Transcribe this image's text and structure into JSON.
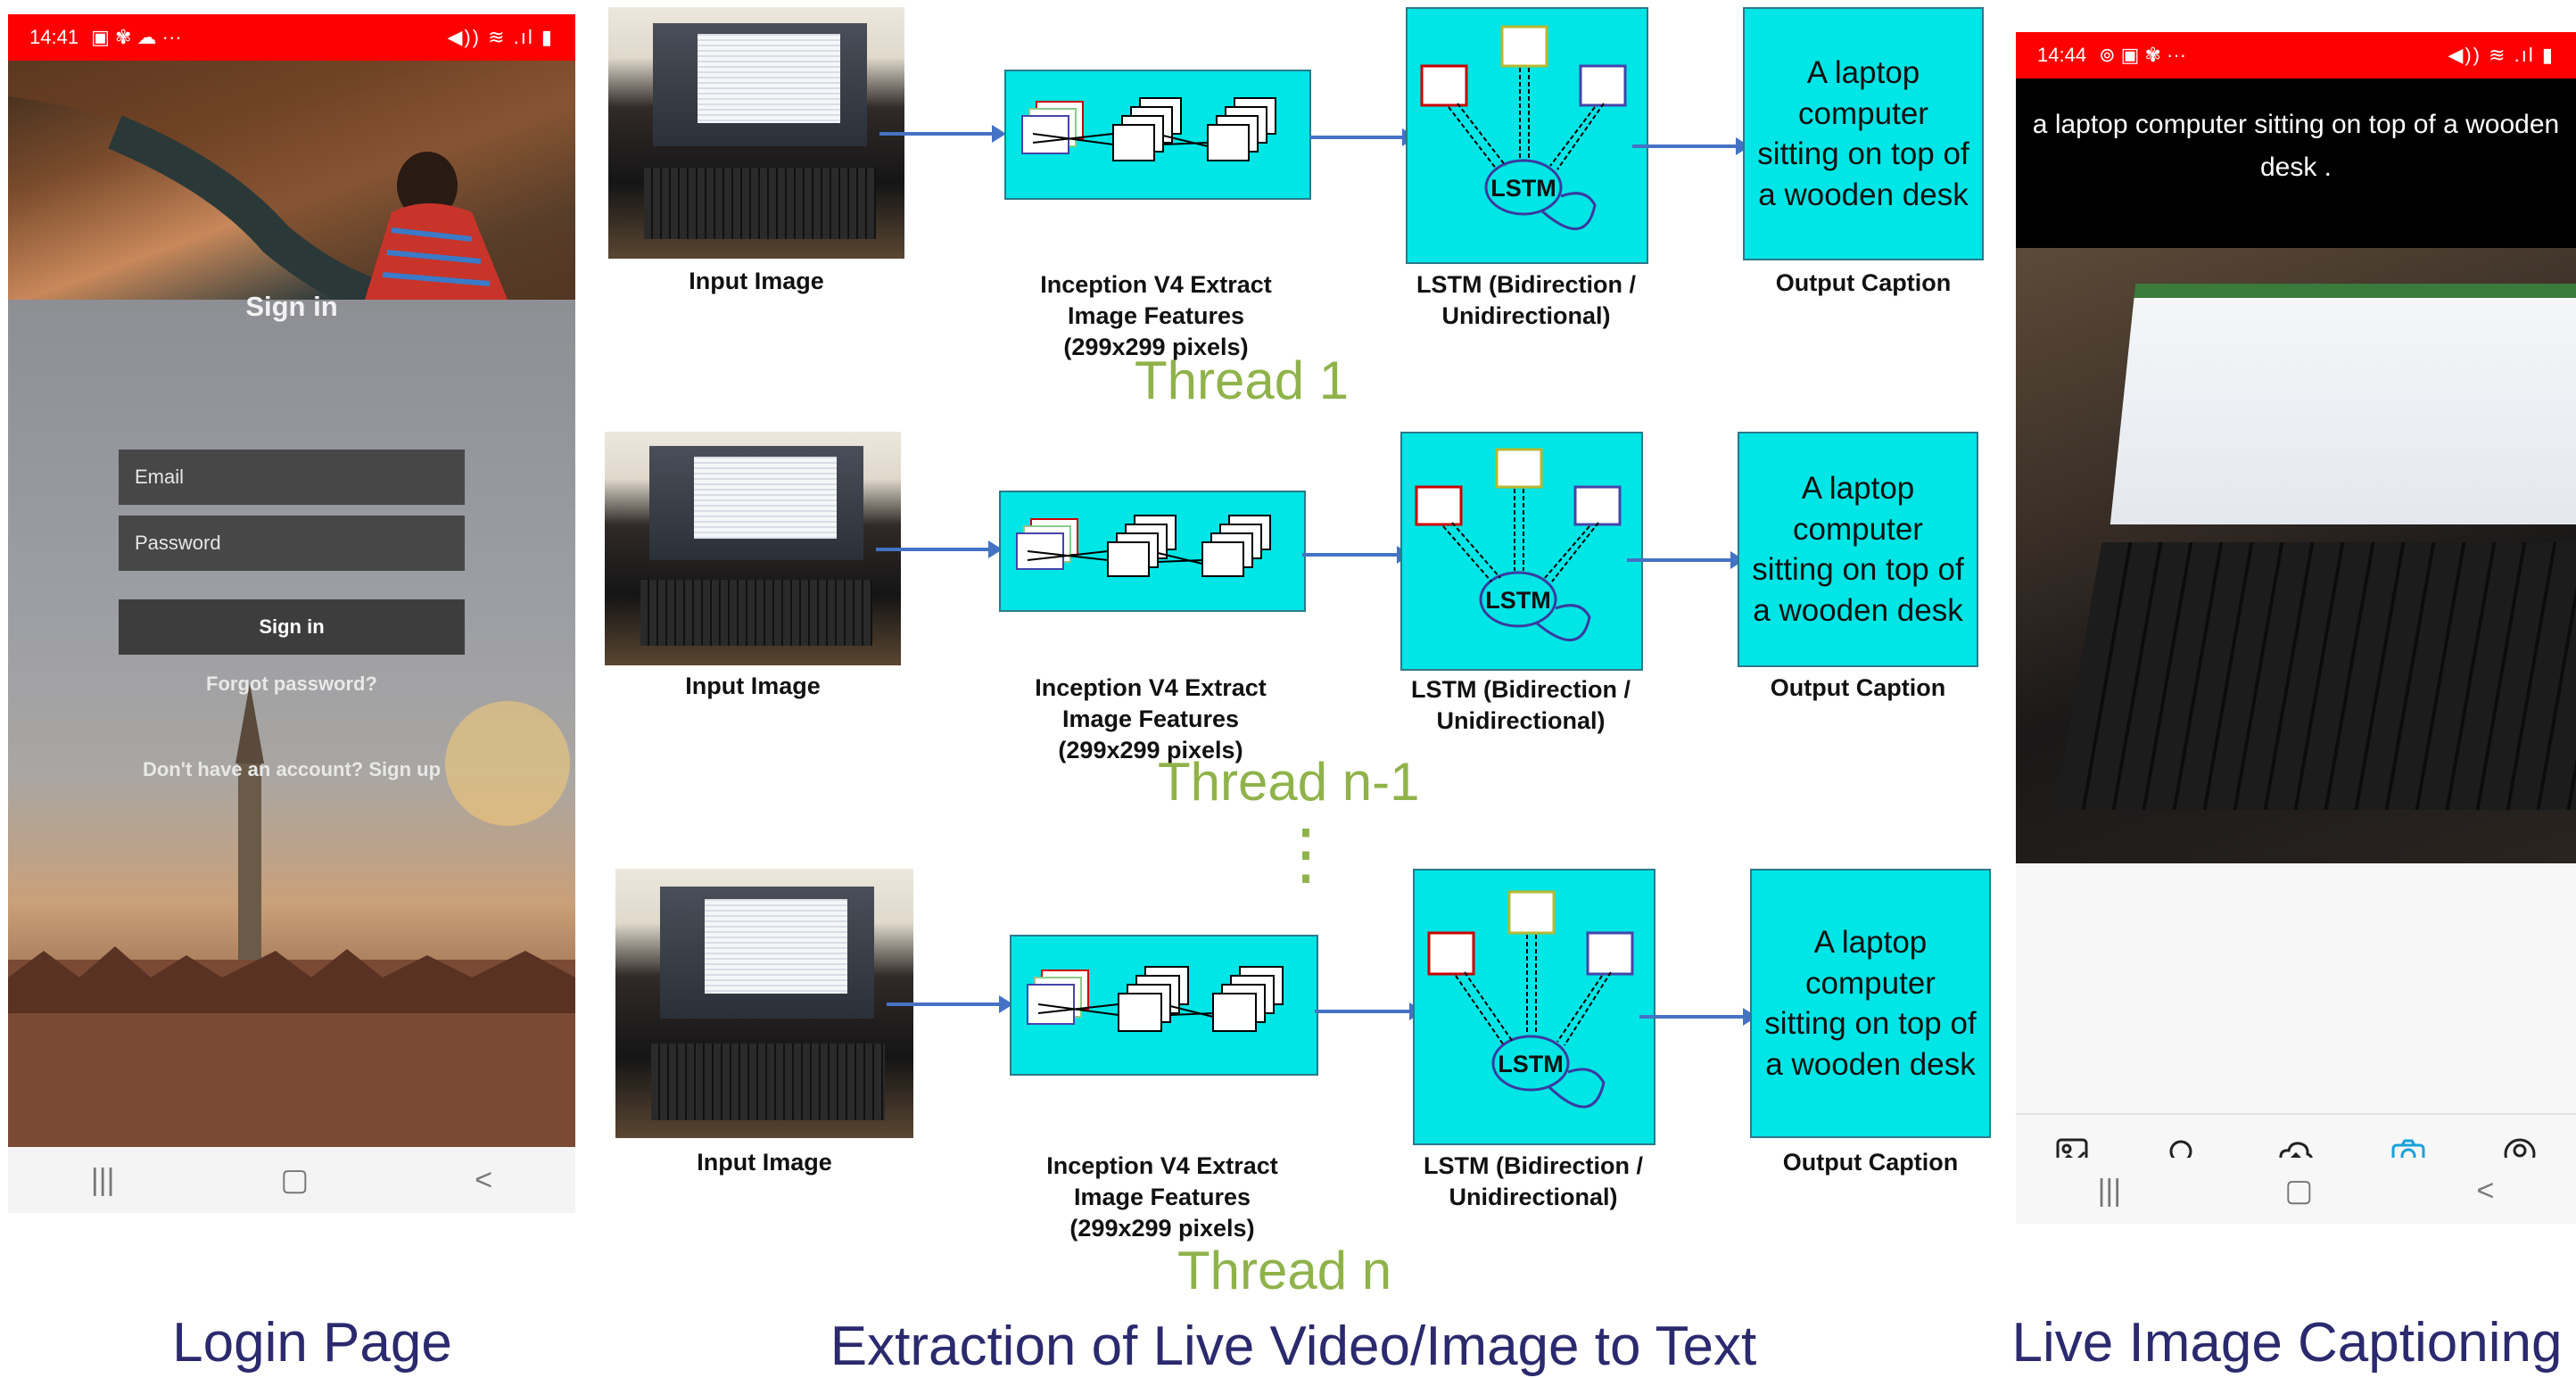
{
  "login_phone": {
    "status_time": "14:41",
    "status_left_icons": "▣ ✾ ☁ ···",
    "status_right_icons": "◀)) ≋ .ıl ▮",
    "title": "Sign in",
    "email_placeholder": "Email",
    "password_placeholder": "Password",
    "signin_label": "Sign in",
    "forgot_label": "Forgot password?",
    "signup_label": "Don't have an account? Sign up",
    "nav_recent": "|||",
    "nav_home": "▢",
    "nav_back": "<"
  },
  "flow": {
    "input_caption": "Input Image",
    "inception_caption_line1": "Inception V4 Extract",
    "inception_caption_line2": "Image Features",
    "inception_caption_line3": "(299x299 pixels)",
    "lstm_caption_line1": "LSTM (Bidirection /",
    "lstm_caption_line2": "Unidirectional)",
    "lstm_node": "LSTM",
    "output_caption": "Output Caption",
    "output_text_1": "A laptop computer sitting on top of a wooden desk",
    "output_text_2": "A laptop computer sitting on top of a wooden desk",
    "output_text_3": "A laptop computer sitting on top of a wooden desk",
    "thread_1": "Thread 1",
    "thread_2": "Thread n-1",
    "thread_3": "Thread n",
    "ellipsis": "⋮"
  },
  "caption_phone": {
    "status_time": "14:44",
    "status_left_icons": "⊚ ▣ ✾ ···",
    "status_right_icons": "◀)) ≋ .ıl ▮",
    "caption_text": "a laptop computer sitting on top of a wooden desk .",
    "nav_recent": "|||",
    "nav_home": "▢",
    "nav_back": "<"
  },
  "labels": {
    "login_page": "Login Page",
    "extraction": "Extraction of Live Video/Image to Text",
    "live_captioning": "Live Image Captioning"
  },
  "colors": {
    "status_bar": "#ff0000",
    "box_fill": "#00e5e5",
    "arrow": "#4472c4",
    "thread_text": "#8fb34a",
    "label_text": "#2b2a6e",
    "camera_active": "#1aa0d8"
  }
}
